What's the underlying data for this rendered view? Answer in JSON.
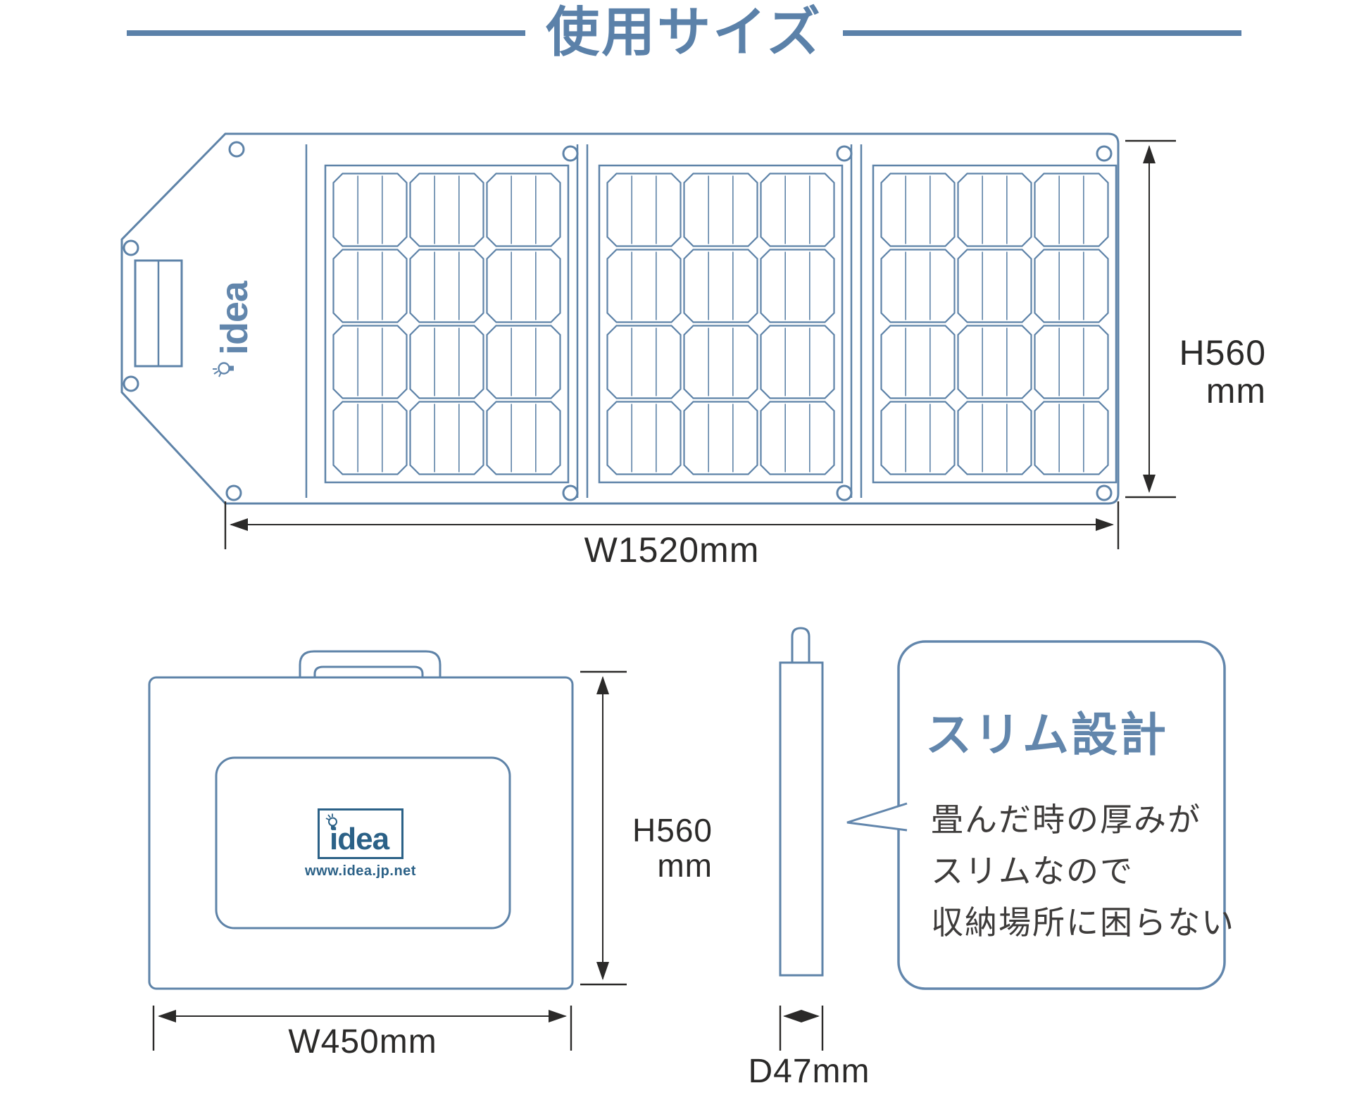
{
  "title": "使用サイズ",
  "colors": {
    "line_blue": "#5e83a8",
    "title_blue": "#5b81a9",
    "logo_blue": "#2b6187",
    "flap_logo_blue": "#6286ac",
    "dimension_color": "#2b2a29",
    "body_text_color": "#3d3b3a"
  },
  "unfolded": {
    "logo": "idea",
    "height_label": {
      "value": "H560",
      "unit": "mm"
    },
    "width_label": "W1520mm"
  },
  "folded": {
    "front": {
      "logo": "idea",
      "logo_url": "www.idea.jp.net",
      "height_label": {
        "value": "H560",
        "unit": "mm"
      },
      "width_label": "W450mm"
    },
    "side": {
      "depth_label": "D47mm"
    }
  },
  "callout": {
    "title": "スリム設計",
    "lines": [
      "畳んだ時の厚みが",
      "スリムなので",
      "収納場所に困らない"
    ]
  }
}
